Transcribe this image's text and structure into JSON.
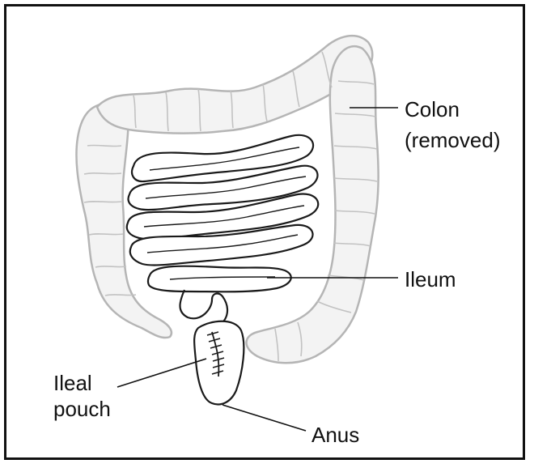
{
  "labels": {
    "colon_line1": "Colon",
    "colon_line2": "(removed)",
    "ileum": "Ileum",
    "ileal_pouch_line1": "Ileal",
    "ileal_pouch_line2": "pouch",
    "anus": "Anus"
  },
  "colors": {
    "frame": "#111111",
    "colon_outline": "#b9b9b9",
    "colon_fill": "#f2f2f2",
    "intestine_outline": "#1a1a1a",
    "leader_line": "#111111"
  }
}
